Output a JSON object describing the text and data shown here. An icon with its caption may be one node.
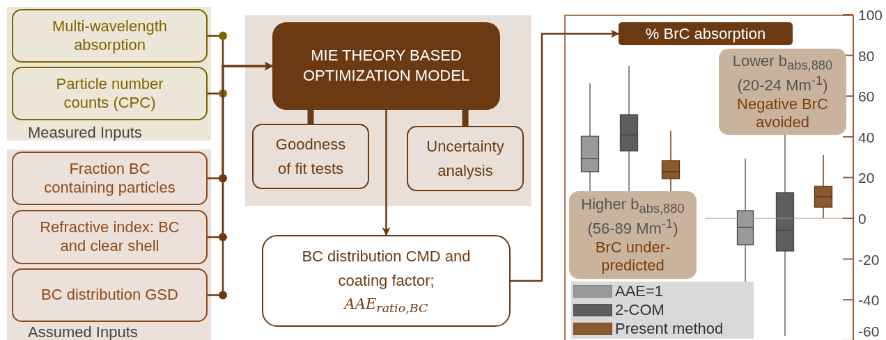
{
  "diagram": {
    "nodes": [
      {
        "text": [
          "Measured Inputs"
        ]
      },
      {
        "text": [
          "Multi-wavelength absorption"
        ],
        "in": 0
      },
      {
        "text": [
          "Particle number counts (CPC)"
        ],
        "in": 0
      },
      {
        "text": [
          "Assumed Inputs"
        ]
      },
      {
        "text": [
          "Fraction BC containing particles"
        ],
        "in": 3
      },
      {
        "text": [
          "Refractive index: BC and clear shell"
        ],
        "in": 3
      },
      {
        "text": [
          "BC distribution GSD"
        ],
        "in": 3
      },
      {
        "text": [],
        "shape": "box"
      },
      {
        "text": [
          "MIE THEORY BASED OPTIMIZATION MODEL"
        ],
        "in": 7
      },
      {
        "text": [
          "Goodness of fit tests"
        ],
        "in": 7
      },
      {
        "text": [
          "Uncertainty analysis"
        ],
        "in": 7
      },
      {
        "text": [
          "BC distribution CMD and coating factor;",
          "AAE$_{ratio,BC}$"
        ]
      },
      {
        "text": [
          "% BrC absorption"
        ]
      },
      {
        "text": [
          "Lower b$_{abs,880}$ (20-24 Mm$^{-1}$)",
          "Negative BrC avoided"
        ]
      },
      {
        "text": [
          "Higher b$_{abs,880}$ (56-89 Mm$^{-1}$)",
          "BrC under-predicted"
        ]
      }
    ],
    "edges": [
      {
        "from": 1,
        "to": 8,
        "arrow": "to"
      },
      {
        "from": 2,
        "to": 8,
        "arrow": "to"
      },
      {
        "from": 4,
        "to": 8,
        "arrow": "to"
      },
      {
        "from": 5,
        "to": 8,
        "arrow": "to"
      },
      {
        "from": 6,
        "to": 8,
        "arrow": "to"
      },
      {
        "from": 8,
        "to": 9,
        "arrow": "none",
        "style": "thick"
      },
      {
        "from": 8,
        "to": 10,
        "arrow": "none",
        "style": "thick"
      },
      {
        "from": 8,
        "to": 11,
        "arrow": "to"
      },
      {
        "from": 11,
        "to": 12,
        "arrow": "to"
      }
    ],
    "labels": [
      "100",
      "80",
      "60",
      "40",
      "20",
      "0",
      "-20",
      "-40",
      "-60"
    ],
    "legend": [
      {
        "text": "AAE=1",
        "color": "#9a9a9a"
      },
      {
        "text": "2-COM",
        "color": "#5e5e5e"
      },
      {
        "text": "Present method",
        "color": "#8a5a2e"
      }
    ]
  }
}
